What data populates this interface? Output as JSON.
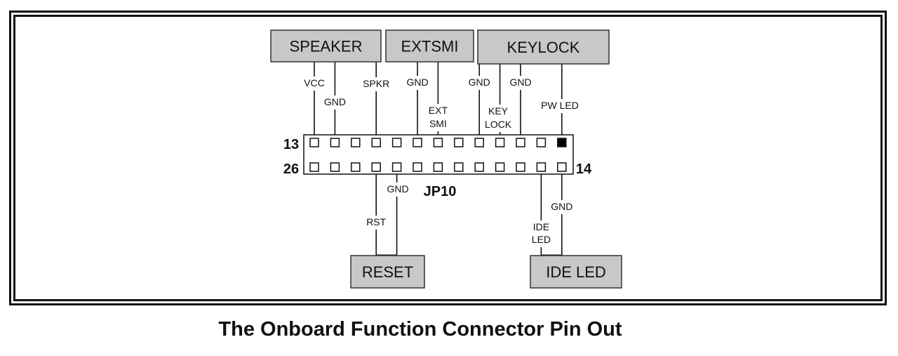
{
  "caption": "The Onboard Function Connector Pin Out",
  "connector": {
    "name": "JP10",
    "top_row_label": "13",
    "bottom_row_label": "26",
    "right_label": "14",
    "pins_per_row": 13,
    "filled_pin": {
      "row": "top",
      "index": 12
    }
  },
  "headers": [
    {
      "id": "speaker",
      "label": "SPEAKER",
      "position": "top"
    },
    {
      "id": "extsmi",
      "label": "EXTSMI",
      "position": "top"
    },
    {
      "id": "keylock",
      "label": "KEYLOCK",
      "position": "top"
    },
    {
      "id": "reset",
      "label": "RESET",
      "position": "bottom"
    },
    {
      "id": "ide-led",
      "label": "IDE LED",
      "position": "bottom"
    }
  ],
  "signals": [
    {
      "header": "speaker",
      "row": "top",
      "pin": 0,
      "label": [
        "VCC"
      ]
    },
    {
      "header": "speaker",
      "row": "top",
      "pin": 1,
      "label": [
        "GND"
      ]
    },
    {
      "header": "speaker",
      "row": "top",
      "pin": 3,
      "label": [
        "SPKR"
      ]
    },
    {
      "header": "extsmi",
      "row": "top",
      "pin": 5,
      "label": [
        "GND"
      ]
    },
    {
      "header": "extsmi",
      "row": "top",
      "pin": 6,
      "label": [
        "EXT",
        "SMI"
      ]
    },
    {
      "header": "keylock",
      "row": "top",
      "pin": 8,
      "label": [
        "GND"
      ]
    },
    {
      "header": "keylock",
      "row": "top",
      "pin": 9,
      "label": [
        "KEY",
        "LOCK"
      ]
    },
    {
      "header": "keylock",
      "row": "top",
      "pin": 10,
      "label": [
        "GND"
      ]
    },
    {
      "header": "keylock",
      "row": "top",
      "pin": 12,
      "label": [
        "PW LED"
      ]
    },
    {
      "header": "reset",
      "row": "bottom",
      "pin": 3,
      "label": [
        "RST"
      ]
    },
    {
      "header": "reset",
      "row": "bottom",
      "pin": 4,
      "label": [
        "GND"
      ]
    },
    {
      "header": "ide-led",
      "row": "bottom",
      "pin": 11,
      "label": [
        "IDE",
        "LED"
      ]
    },
    {
      "header": "ide-led",
      "row": "bottom",
      "pin": 12,
      "label": [
        "GND"
      ]
    }
  ]
}
